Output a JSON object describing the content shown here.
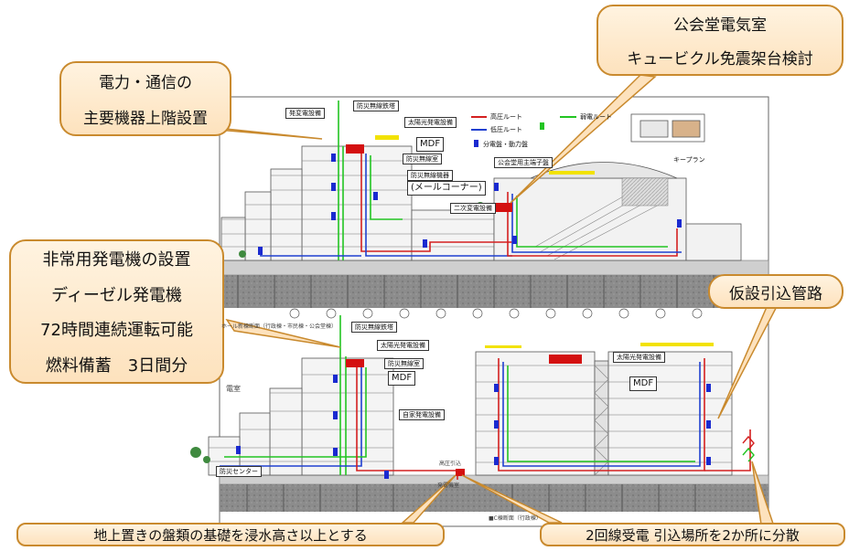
{
  "callouts": {
    "upper_equipment": [
      "電力・通信の",
      "主要機器上階設置"
    ],
    "public_hall": [
      "公会堂電気室",
      "キュービクル免震架台検討"
    ],
    "generator": [
      "非常用発電機の設置",
      "ディーゼル発電機",
      "72時間連続運転可能",
      "燃料備蓄　3日間分"
    ],
    "temp_conduit": "仮設引込管路",
    "flood_base": "地上置きの盤類の基礎を浸水高さ以上とする",
    "dual_feed": "2回線受電 引込場所を2か所に分散"
  },
  "upper_building": {
    "labels": {
      "sub_substation": "発変電設備",
      "disaster_radio_a": "防災無線鉄塔",
      "solar_a": "太陽光発電設備",
      "mdf_a": "MDF",
      "disaster_radio_room": "防災無線室",
      "disaster_radio_eq": "防災無線機器",
      "mail_corner": "(メールコーナー)",
      "hall_main_terminal": "公会堂用主端子盤",
      "secondary_substation": "二次変電設備"
    }
  },
  "legend": {
    "hv_route": "高圧ルート",
    "lv_route": "低圧ルート",
    "panel": "分電盤・動力盤",
    "weak_current": "弱電ルート"
  },
  "key_plan": "キープラン",
  "lower_section_title": "ホール新棟断面（行政棟・市民棟・公会堂棟）",
  "lower_building": {
    "labels": {
      "disaster_radio_b": "防災無線鉄塔",
      "solar_b": "太陽光発電設備",
      "disaster_radio_room_b": "防災無線室",
      "mdf_b": "MDF",
      "self_generation": "自家発電設備",
      "solar_c": "太陽光発電設備",
      "mdf_c": "MDF",
      "disaster_prevention_center": "防災センター",
      "hv_intake": "高圧引込",
      "generator_room": "発電機室",
      "partial_room": "電室"
    }
  },
  "bottom_section_title": "■C棟断面（行政棟）"
}
